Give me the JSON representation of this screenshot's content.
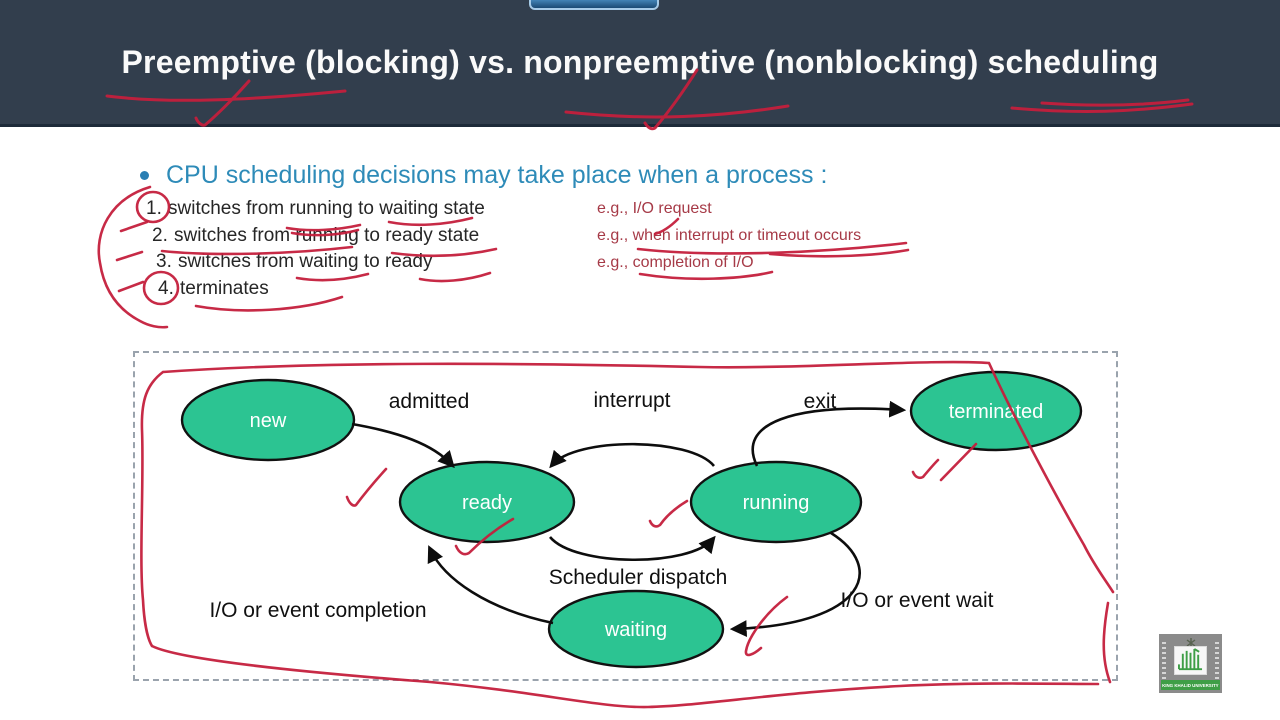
{
  "header": {
    "title": "Preemptive (blocking) vs. nonpreemptive (nonblocking) scheduling"
  },
  "content": {
    "bullet_text": "CPU scheduling decisions may take place when a process :",
    "items": [
      {
        "num": "1.",
        "text": "switches from running to waiting state"
      },
      {
        "num": "2.",
        "text": "switches from running to ready state"
      },
      {
        "num": "3.",
        "text": "switches from waiting to ready"
      },
      {
        "num": "4.",
        "text": "terminates"
      }
    ],
    "examples": [
      "e.g., I/O request",
      "e.g., when interrupt or timeout occurs",
      "e.g., completion of I/O"
    ]
  },
  "diagram": {
    "states": [
      {
        "id": "new",
        "label": "new"
      },
      {
        "id": "ready",
        "label": "ready"
      },
      {
        "id": "running",
        "label": "running"
      },
      {
        "id": "waiting",
        "label": "waiting"
      },
      {
        "id": "terminated",
        "label": "terminated"
      }
    ],
    "edge_labels": {
      "admitted": "admitted",
      "interrupt": "interrupt",
      "exit": "exit",
      "dispatch": "Scheduler dispatch",
      "completion": "I/O or event completion",
      "wait": "I/O or event wait"
    }
  },
  "logo": {
    "text": "KING KHALID UNIVERSITY"
  },
  "colors": {
    "header_bg": "#323e4d",
    "title_text": "#fafafa",
    "bullet_accent": "#2e8bb8",
    "body_text": "#262626",
    "example_text": "#a63a47",
    "state_fill": "#2cc492",
    "state_border": "#111111",
    "annotation_ink": "#c41f3c",
    "dashed_border": "#9aa3ad",
    "logo_green": "#3e9e46",
    "logo_gray": "#8b8b8b"
  }
}
